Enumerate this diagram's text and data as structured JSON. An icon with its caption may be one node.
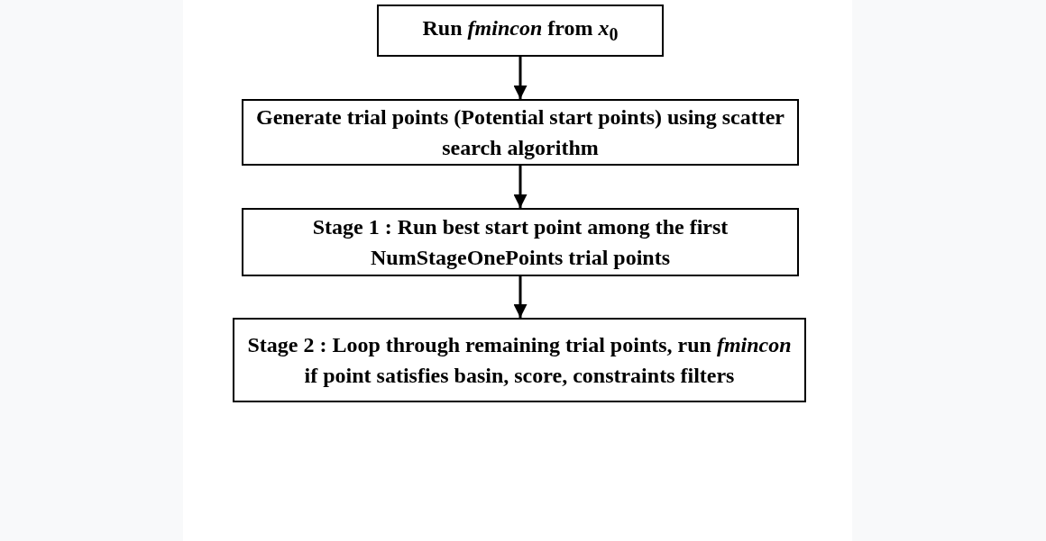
{
  "diagram": {
    "nodes": [
      {
        "text": [
          "Run *fmincon* from *x*$_{0}$"
        ]
      },
      {
        "text": [
          "Generate trial points (Potential start points) using scatter search algorithm"
        ]
      },
      {
        "text": [
          "Stage 1 : Run best start point among the first NumStageOnePoints trial points"
        ]
      },
      {
        "text": [
          "Stage 2 : Loop through remaining trial points, run *fmincon* if point satisfies basin, score, constraints filters"
        ]
      }
    ],
    "edges": [
      {
        "from": 0,
        "to": 1,
        "arrow": "to"
      },
      {
        "from": 1,
        "to": 2,
        "arrow": "to"
      },
      {
        "from": 2,
        "to": 3,
        "arrow": "to"
      }
    ]
  }
}
